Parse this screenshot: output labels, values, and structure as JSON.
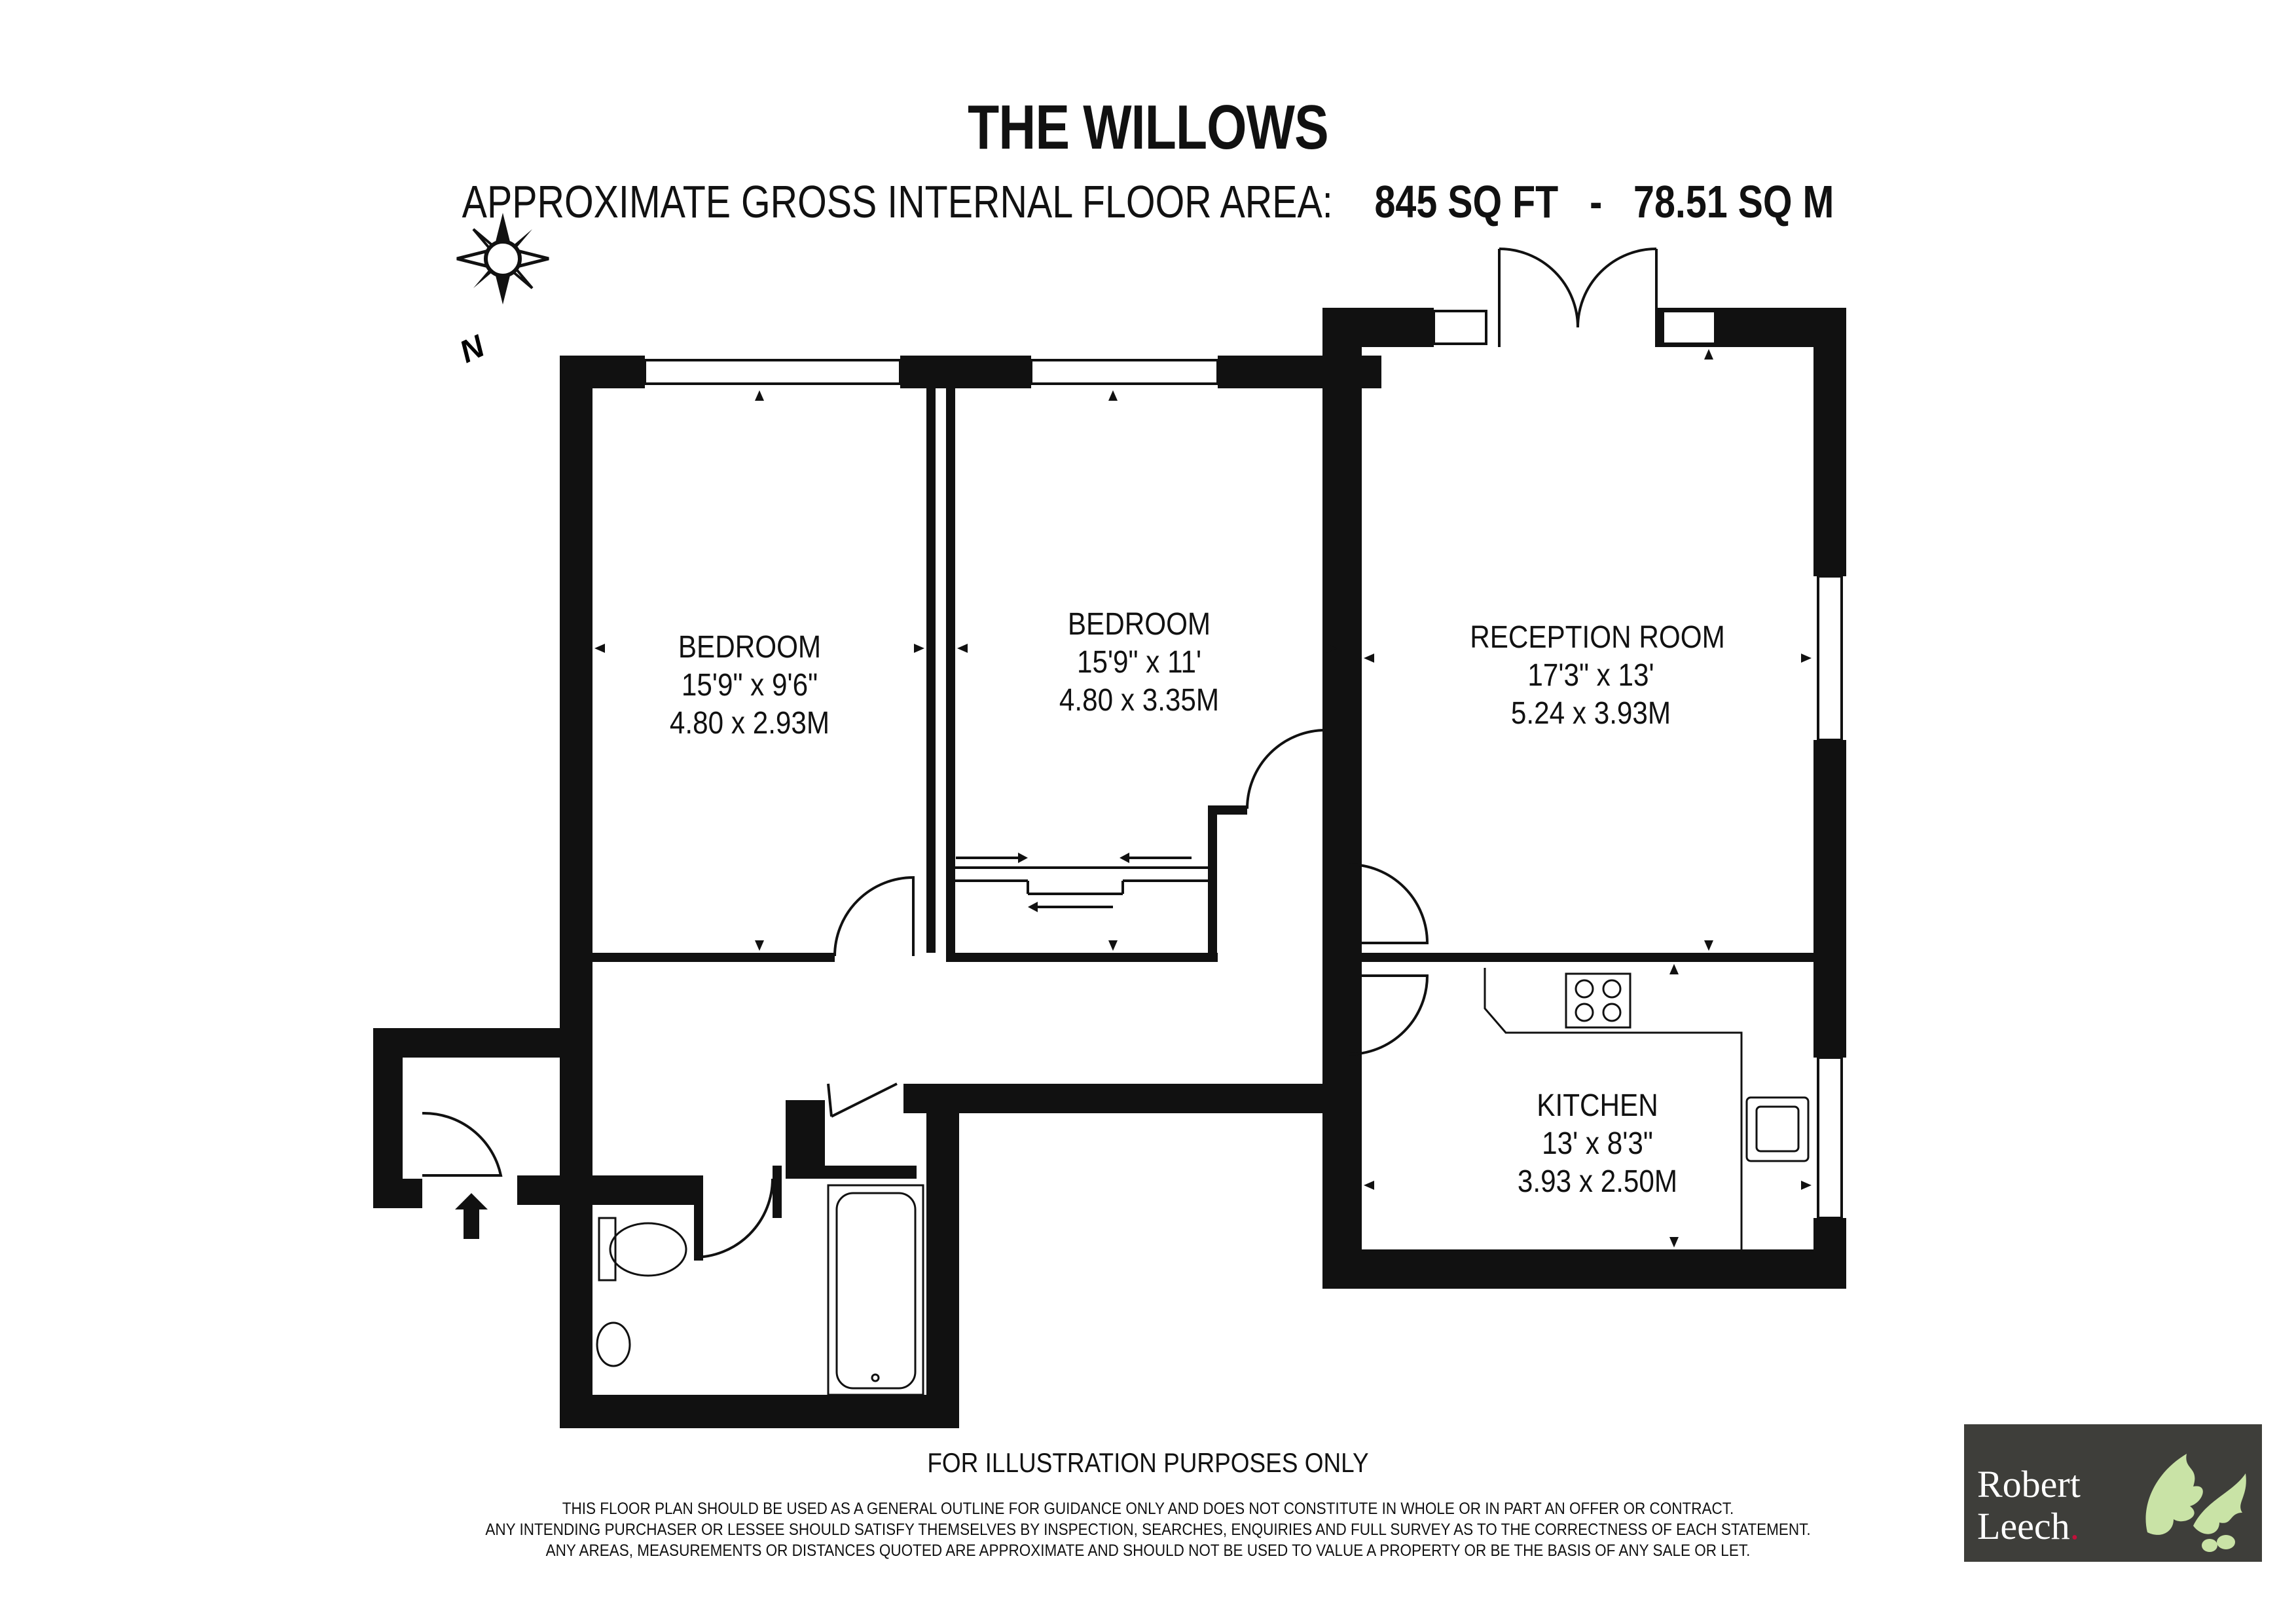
{
  "title": "THE WILLOWS",
  "subtitle": {
    "label": "APPROXIMATE GROSS INTERNAL FLOOR AREA:",
    "area_imperial": "845 SQ FT",
    "separator": "-",
    "area_metric": "78.51 SQ M"
  },
  "compass": {
    "letter": "N"
  },
  "rooms": [
    {
      "name": "BEDROOM",
      "imperial": "15'9\" x 9'6\"",
      "metric": "4.80 x 2.93M"
    },
    {
      "name": "BEDROOM",
      "imperial": "15'9\" x 11'",
      "metric": "4.80 x 3.35M"
    },
    {
      "name": "RECEPTION ROOM",
      "imperial": "17'3\" x 13'",
      "metric": "5.24 x 3.93M"
    },
    {
      "name": "KITCHEN",
      "imperial": "13' x 8'3\"",
      "metric": "3.93 x 2.50M"
    }
  ],
  "footer_note": "FOR ILLUSTRATION PURPOSES ONLY",
  "disclaimer": [
    "THIS FLOOR PLAN SHOULD BE USED AS A GENERAL OUTLINE FOR GUIDANCE ONLY AND DOES NOT CONSTITUTE IN WHOLE OR IN PART AN OFFER OR CONTRACT.",
    "ANY INTENDING PURCHASER OR LESSEE SHOULD SATISFY THEMSELVES BY INSPECTION, SEARCHES, ENQUIRIES AND FULL SURVEY AS TO THE CORRECTNESS OF EACH STATEMENT.",
    "ANY AREAS, MEASUREMENTS OR DISTANCES QUOTED ARE APPROXIMATE AND SHOULD NOT BE USED TO VALUE A PROPERTY OR BE THE BASIS OF ANY SALE OR LET."
  ],
  "logo": {
    "line1": "Robert",
    "line2": "Leech",
    "dot": ".",
    "background": "#3e3e3a",
    "dot_color": "#c3103a",
    "leaf_color": "#c9e3a6"
  },
  "colors": {
    "wall": "#111111",
    "background": "#ffffff"
  }
}
